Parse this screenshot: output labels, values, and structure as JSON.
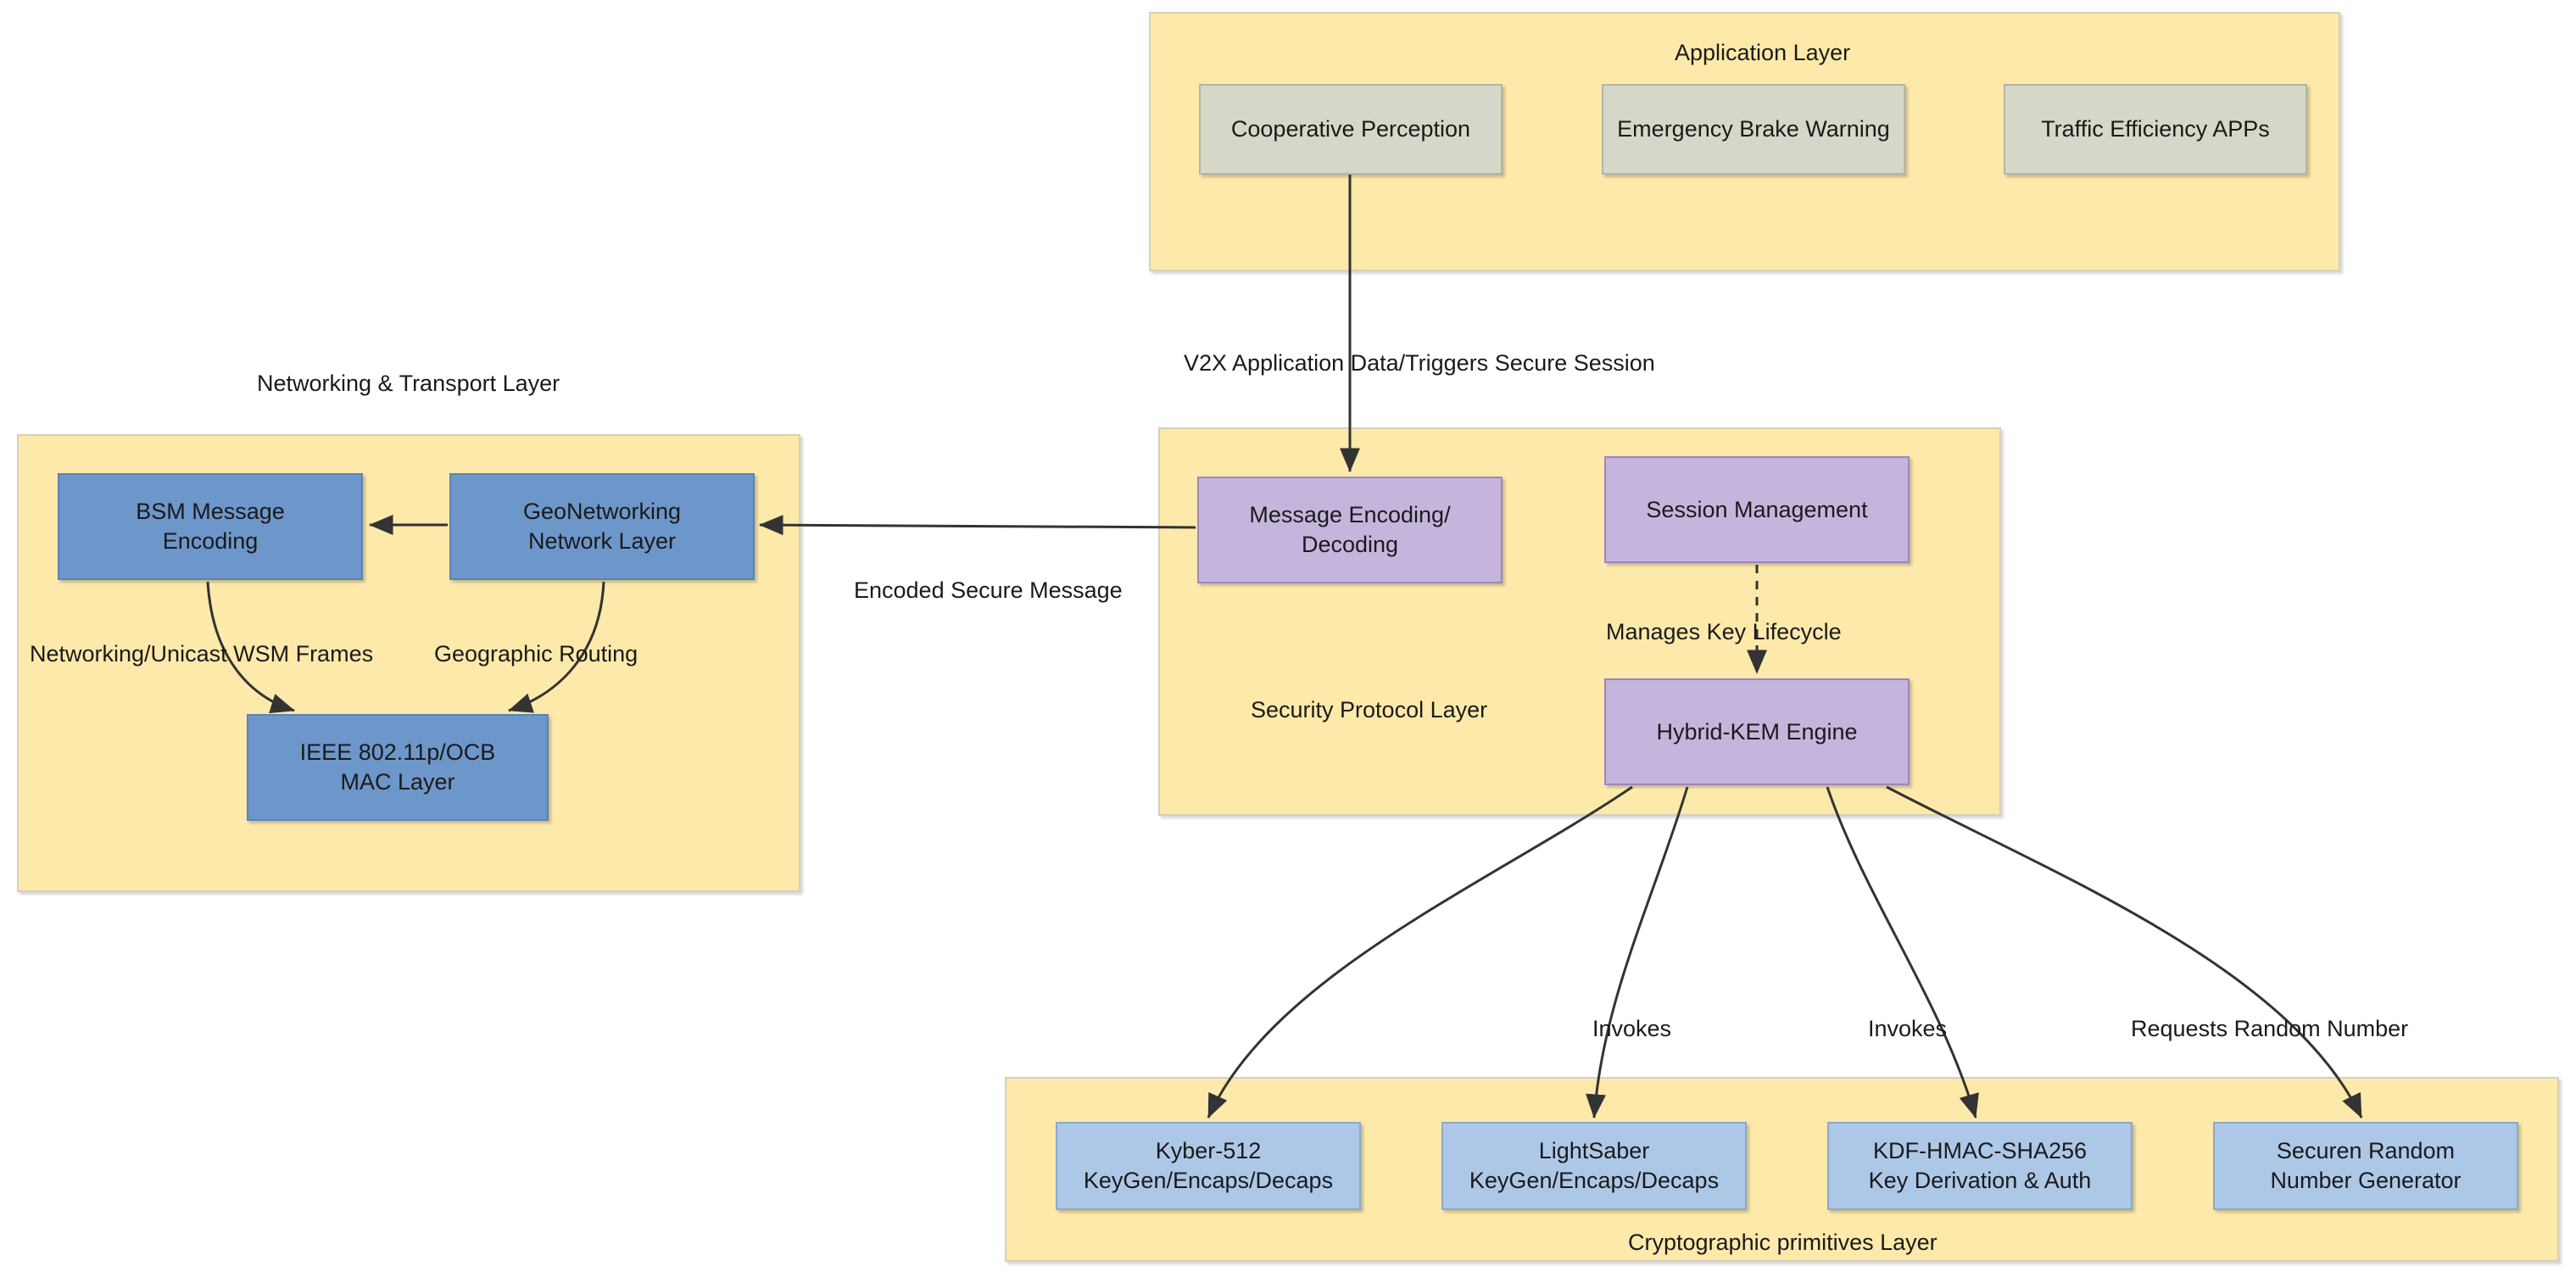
{
  "diagram": {
    "title": "V2X Hybrid-KEM Protocol Stack Architecture",
    "type": "layered-block-diagram"
  },
  "colors": {
    "layer_fill": "#fde9a9",
    "layer_border": "#d6cfbc",
    "application_node_fill": "#d5d8c8",
    "security_node_fill": "#c5b5dd",
    "network_node_fill": "#6d96ca",
    "crypto_node_fill": "#adc7e7",
    "edge_stroke": "#333333",
    "text": "#1a1a1a",
    "background": "#ffffff"
  },
  "layers": {
    "application": {
      "title": "Application Layer",
      "nodes": [
        {
          "id": "cooperative-perception",
          "label": "Cooperative Perception"
        },
        {
          "id": "emergency-brake-warning",
          "label": "Emergency Brake Warning"
        },
        {
          "id": "traffic-efficiency-apps",
          "label": "Traffic Efficiency APPs"
        }
      ]
    },
    "security": {
      "title": "Security Protocol Layer",
      "nodes": [
        {
          "id": "message-encoding-decoding",
          "label": "Message Encoding/\nDecoding",
          "line1": "Message Encoding/",
          "line2": "Decoding"
        },
        {
          "id": "session-management",
          "label": "Session Management"
        },
        {
          "id": "hybrid-kem-engine",
          "label": "Hybrid-KEM Engine"
        }
      ]
    },
    "networking": {
      "title": "Networking & Transport Layer",
      "nodes": [
        {
          "id": "bsm-message-encoding",
          "line1": "BSM Message",
          "line2": "Encoding"
        },
        {
          "id": "geonetworking-network-layer",
          "line1": "GeoNetworking",
          "line2": "Network Layer"
        },
        {
          "id": "ieee-80211p-ocb-mac-layer",
          "line1": "IEEE 802.11p/OCB",
          "line2": "MAC Layer"
        }
      ]
    },
    "cryptographic": {
      "title": "Cryptographic primitives Layer",
      "nodes": [
        {
          "id": "kyber-512",
          "line1": "Kyber-512",
          "line2": "KeyGen/Encaps/Decaps"
        },
        {
          "id": "lightsaber",
          "line1": "LightSaber",
          "line2": "KeyGen/Encaps/Decaps"
        },
        {
          "id": "kdf-hmac-sha256",
          "line1": "KDF-HMAC-SHA256",
          "line2": "Key Derivation & Auth"
        },
        {
          "id": "secure-random-number-generator",
          "line1": "Securen Random",
          "line2": "Number Generator"
        }
      ]
    }
  },
  "edges": [
    {
      "id": "app-to-security",
      "from": "cooperative-perception",
      "to": "message-encoding-decoding",
      "label": "V2X Application Data/Triggers Secure Session",
      "style": "solid"
    },
    {
      "id": "security-to-network",
      "from": "message-encoding-decoding",
      "to": "geonetworking-network-layer",
      "label": "Encoded Secure Message",
      "style": "solid"
    },
    {
      "id": "geonetworking-to-bsm",
      "from": "geonetworking-network-layer",
      "to": "bsm-message-encoding",
      "label": "",
      "style": "solid"
    },
    {
      "id": "bsm-to-mac",
      "from": "bsm-message-encoding",
      "to": "ieee-80211p-ocb-mac-layer",
      "label": "Networking/Unicast  WSM Frames",
      "style": "solid"
    },
    {
      "id": "geonetworking-to-mac",
      "from": "geonetworking-network-layer",
      "to": "ieee-80211p-ocb-mac-layer",
      "label": "Geographic  Routing",
      "style": "solid"
    },
    {
      "id": "session-to-kem",
      "from": "session-management",
      "to": "hybrid-kem-engine",
      "label": "Manages Key Lifecycle",
      "style": "dashed"
    },
    {
      "id": "kem-to-kyber",
      "from": "hybrid-kem-engine",
      "to": "kyber-512",
      "label": "",
      "style": "solid"
    },
    {
      "id": "kem-to-lightsaber",
      "from": "hybrid-kem-engine",
      "to": "lightsaber",
      "label": "Invokes",
      "style": "solid"
    },
    {
      "id": "kem-to-kdf",
      "from": "hybrid-kem-engine",
      "to": "kdf-hmac-sha256",
      "label": "Invokes",
      "style": "solid"
    },
    {
      "id": "kem-to-rng",
      "from": "hybrid-kem-engine",
      "to": "secure-random-number-generator",
      "label": "Requests Random Number",
      "style": "solid"
    }
  ]
}
